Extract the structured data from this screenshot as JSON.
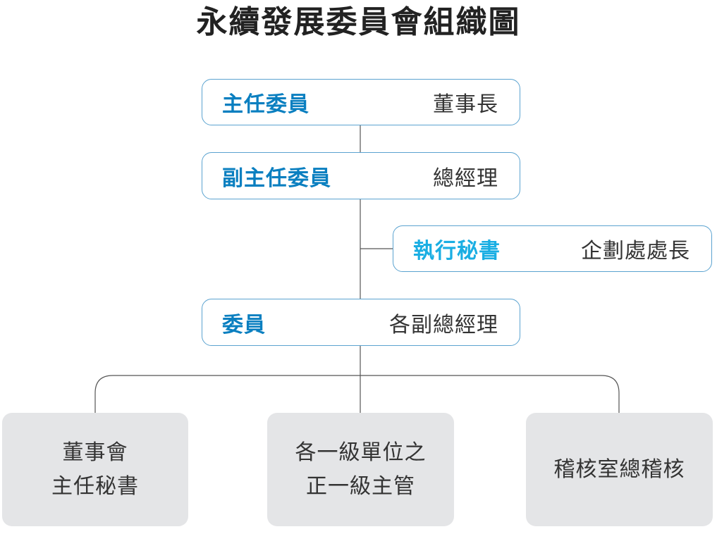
{
  "title": "永續發展委員會組織圖",
  "committee": {
    "chair": {
      "role": "主任委員",
      "holder": "董事長"
    },
    "vice_chair": {
      "role": "副主任委員",
      "holder": "總經理"
    },
    "executive_secretary": {
      "role": "執行秘書",
      "holder": "企劃處處長"
    },
    "members": {
      "role": "委員",
      "holder": "各副總經理"
    }
  },
  "units": [
    {
      "lines": [
        "董事會",
        "主任秘書"
      ]
    },
    {
      "lines": [
        "各一級單位之",
        "正一級主管"
      ]
    },
    {
      "lines": [
        "稽核室總稽核"
      ]
    }
  ],
  "colors": {
    "role_text": "#0a7fc0",
    "secretary_text": "#1aaee3",
    "box_border": "#5ba3d0",
    "connector": "#555555",
    "unit_fill": "#e4e5e7"
  }
}
